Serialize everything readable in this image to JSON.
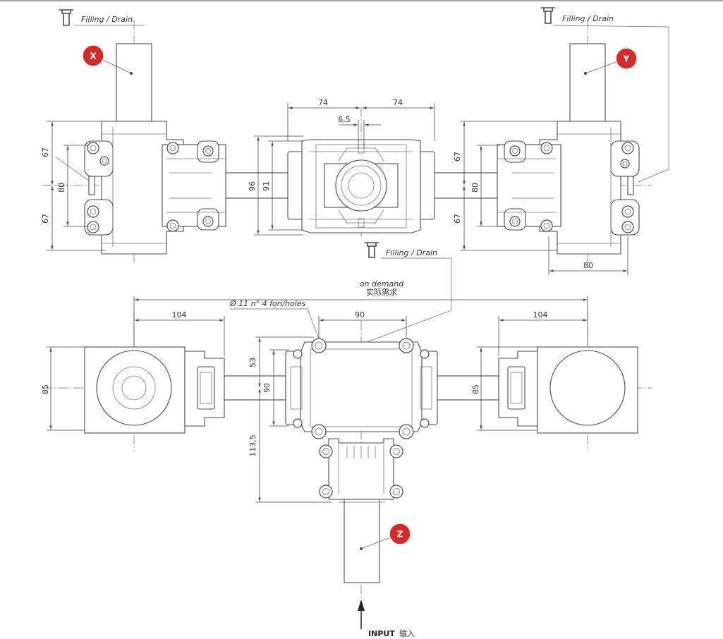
{
  "labels": {
    "filling_drain": "Filling / Drain",
    "on_demand": "on demand",
    "on_demand_cn": "实际需求",
    "holes": "Ø 11 n° 4 fori/holes",
    "input": "INPUT",
    "input_cn": "输入"
  },
  "markers": {
    "x": "X",
    "y": "Y",
    "z": "Z"
  },
  "dimensions": {
    "d74a": "74",
    "d74b": "74",
    "d65": "6,5",
    "d67a": "67",
    "d80a": "80",
    "d67b": "67",
    "d96": "96",
    "d91": "91",
    "d67c": "67",
    "d80b": "80",
    "d67d": "67",
    "d80c": "80",
    "d104a": "104",
    "d90a": "90",
    "d104b": "104",
    "d85a": "85",
    "d53": "53",
    "d90b": "90",
    "d1135": "113,5",
    "d85b": "85"
  },
  "colors": {
    "marker": "#d42a2a",
    "line": "#4a4a4a"
  }
}
